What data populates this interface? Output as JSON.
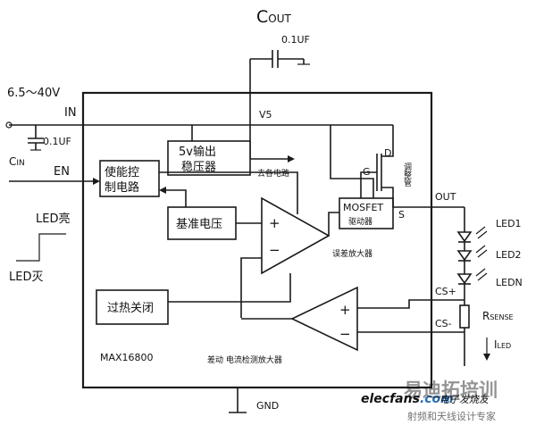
{
  "labels": {
    "cout": "C",
    "cout_sub": "OUT",
    "cout_value": "0.1UF",
    "cin": "C",
    "cin_sub": "IN",
    "cin_value": "0.1UF",
    "vin_range": "6.5～40V",
    "in_pin": "IN",
    "v5": "V5",
    "en_pin": "EN",
    "led_on": "LED亮",
    "led_off": "LED灭",
    "reg_line1": "5v输出",
    "reg_line2": "稳压器",
    "to_circuits": "去各电路",
    "enable_line1": "使能控",
    "enable_line2": "制电路",
    "vref": "基准电压",
    "error_amp": "误差放大器",
    "mosfet_line1": "MOSFET",
    "mosfet_line2": "驱动器",
    "gate_g": "G",
    "drain_d": "D",
    "source_s": "S",
    "tune_tube": "调整管",
    "out_pin": "OUT",
    "led1": "LED1",
    "led2": "LED2",
    "ledn": "LEDN",
    "cs_plus": "CS+",
    "cs_minus": "CS-",
    "rsense": "R",
    "rsense_sub": "SENSE",
    "iled": "I",
    "iled_sub": "LED",
    "thermal": "过热关闭",
    "chip_name": "MAX16800",
    "diff_amp": "差动 电流检测放大器",
    "gnd": "GND",
    "plus": "+",
    "minus": "−"
  },
  "watermark": {
    "site": "elecfans",
    "dotcom": ".com",
    "cn_name": "电子发烧友",
    "big": "易迪拓培训",
    "sub": "射频和天线设计专家"
  },
  "colors": {
    "watermark_orange": "#f08a24",
    "watermark_blue": "#2a6fb8",
    "line": "#1a1a1a"
  }
}
